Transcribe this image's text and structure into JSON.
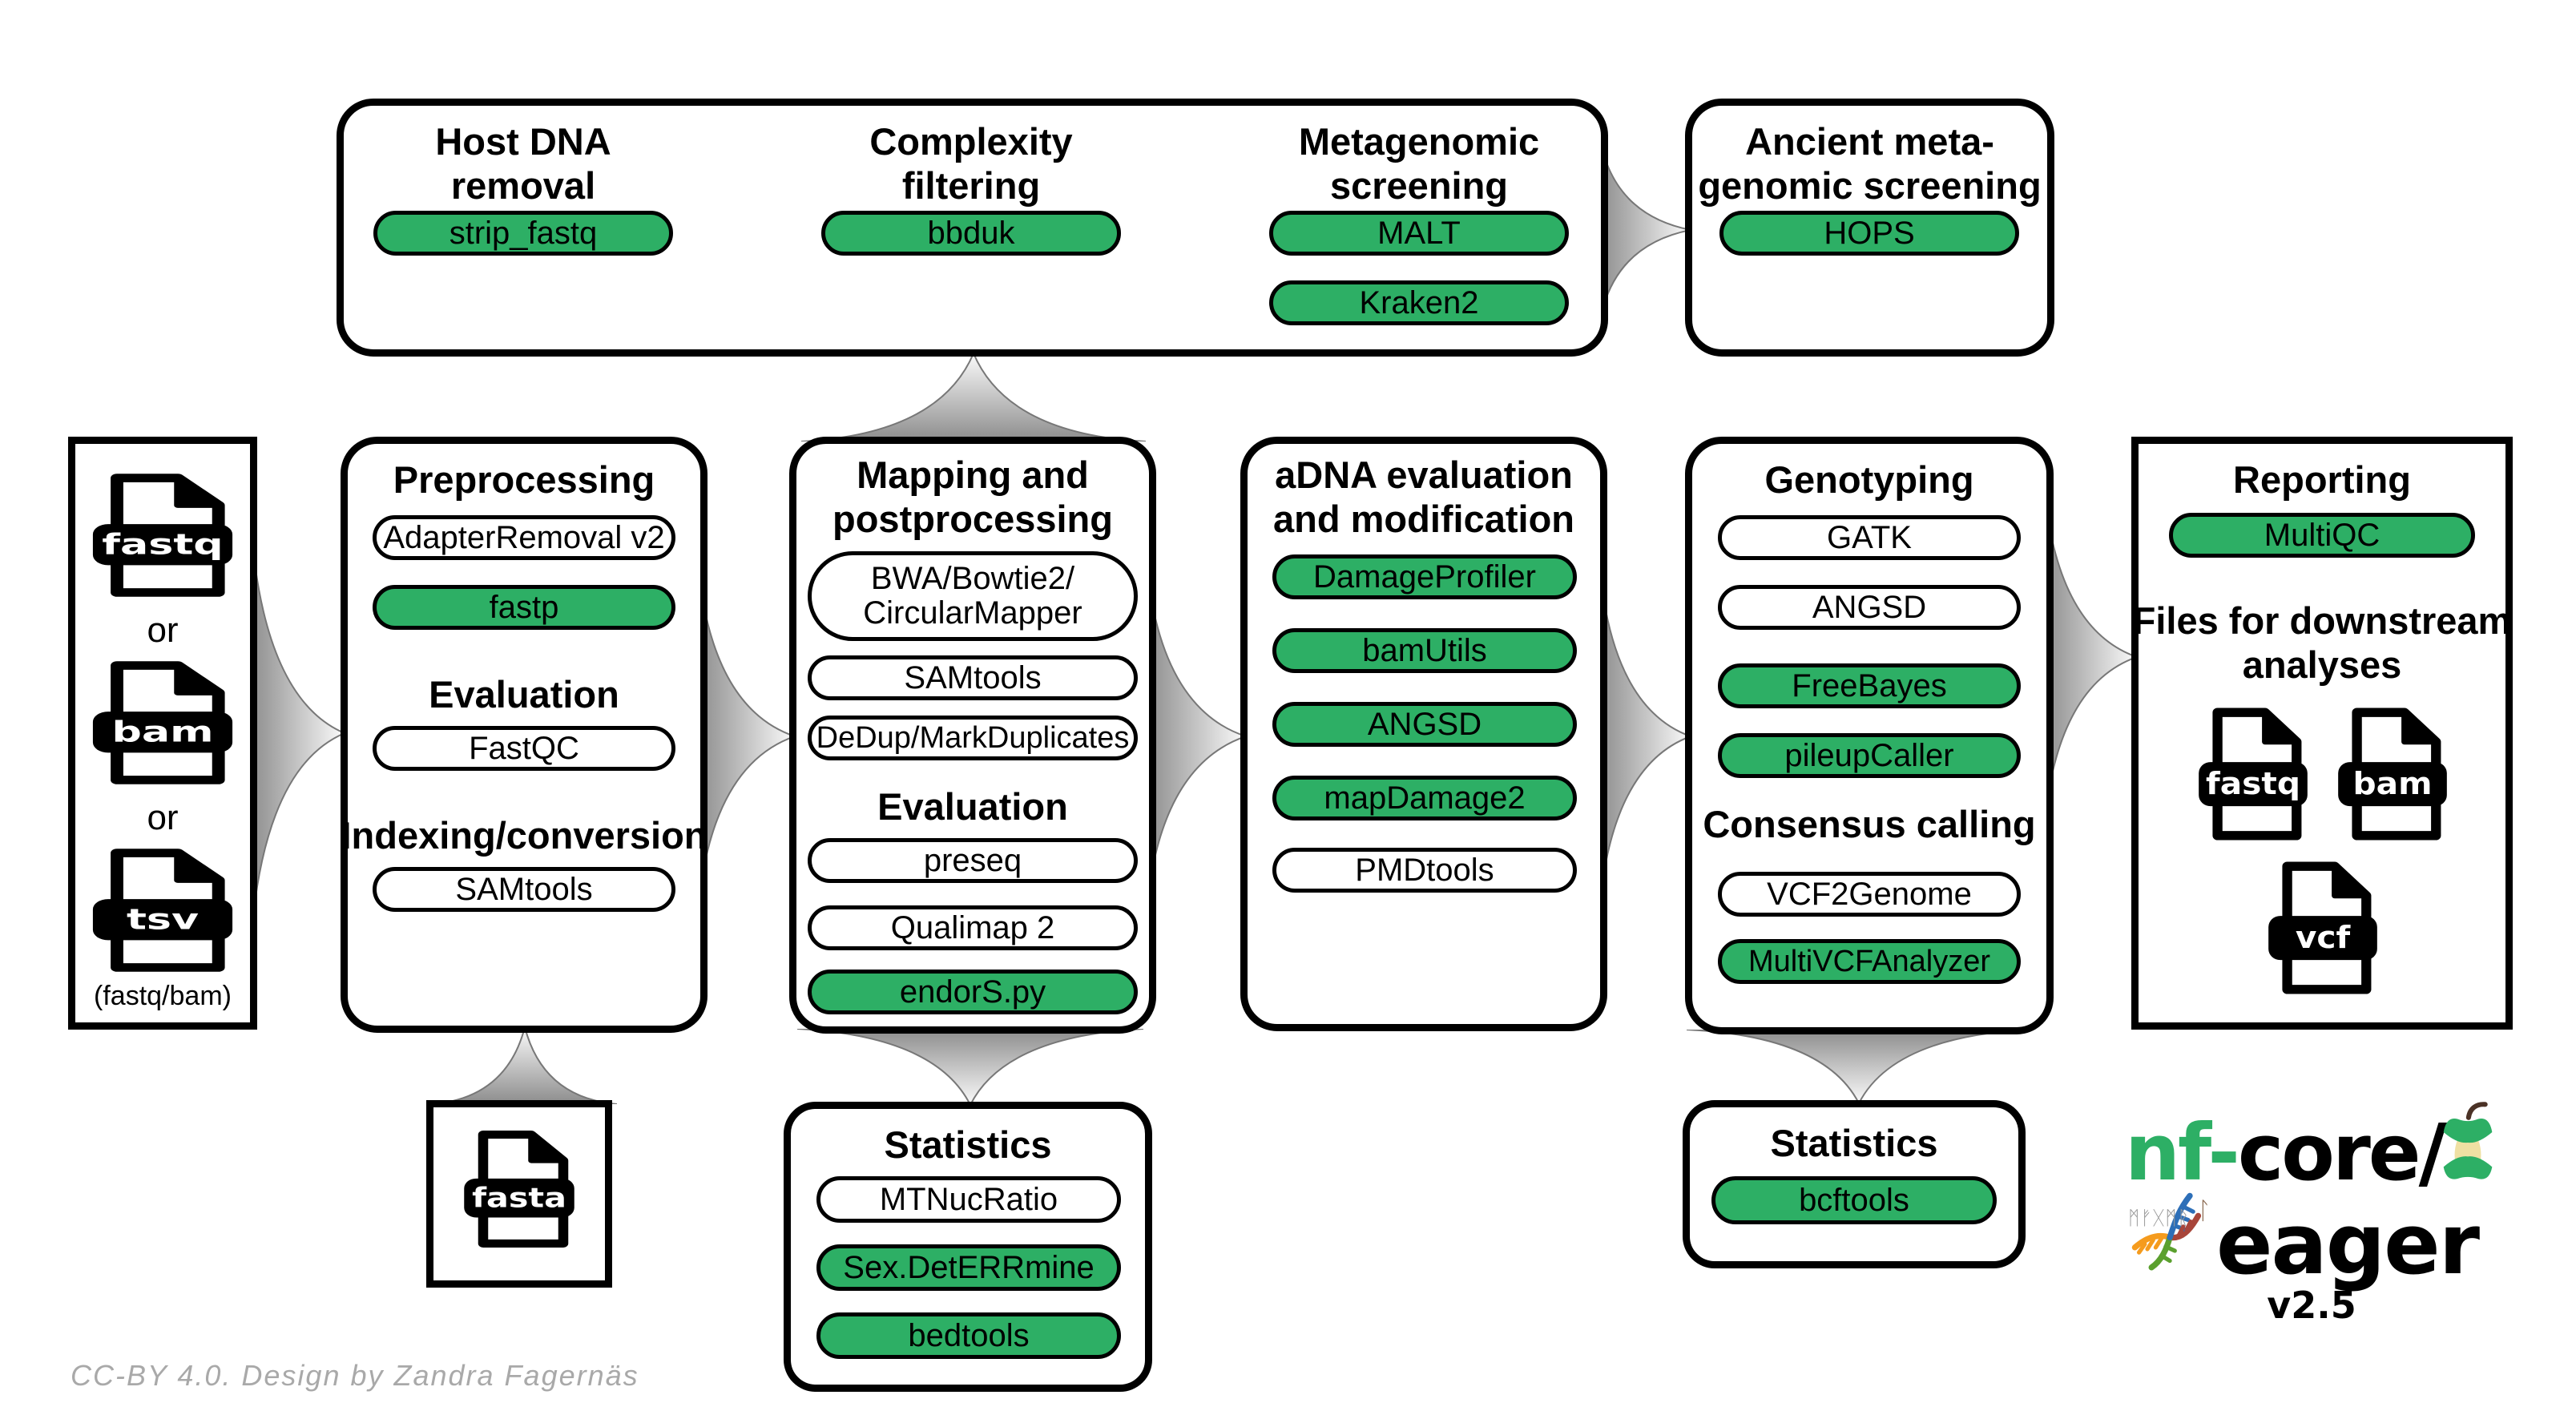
{
  "colors": {
    "pill_green": "#2DAF65",
    "logo_green": "#2DAF65",
    "arrow_dark": "#8c8c8c",
    "arrow_light": "#fbfbfb",
    "footer_gray": "#a9a9a9"
  },
  "top_box": {
    "columns": [
      {
        "title_lines": [
          "Host DNA",
          "removal"
        ],
        "pills": [
          {
            "label": "strip_fastq"
          }
        ]
      },
      {
        "title_lines": [
          "Complexity",
          "filtering"
        ],
        "pills": [
          {
            "label": "bbduk"
          }
        ]
      },
      {
        "title_lines": [
          "Metagenomic",
          "screening"
        ],
        "pills": [
          {
            "label": "MALT"
          },
          {
            "label": "Kraken2"
          }
        ]
      }
    ]
  },
  "ancient_box": {
    "title_lines": [
      "Ancient meta-",
      "genomic screening"
    ],
    "pills": [
      {
        "label": "HOPS"
      }
    ]
  },
  "input_box": {
    "files": [
      {
        "label": "fastq"
      },
      {
        "label": "bam"
      },
      {
        "label": "tsv"
      }
    ],
    "or_1": "or",
    "or_2": "or",
    "caption": "(fastq/bam)"
  },
  "preprocessing": {
    "title": "Preprocessing",
    "pill_adapterremoval": "AdapterRemoval v2",
    "pill_fastp": "fastp",
    "subtitle_evaluation": "Evaluation",
    "pill_fastqc": "FastQC",
    "subtitle_indexing": "Indexing/conversion",
    "pill_samtools": "SAMtools"
  },
  "mapping": {
    "title_lines": [
      "Mapping and",
      "postprocessing"
    ],
    "pill_aligners_lines": [
      "BWA/Bowtie2/",
      "CircularMapper"
    ],
    "pill_samtools": "SAMtools",
    "pill_dedup": "DeDup/MarkDuplicates",
    "subtitle_evaluation": "Evaluation",
    "pill_preseq": "preseq",
    "pill_qualimap": "Qualimap 2",
    "pill_endors": "endorS.py"
  },
  "adna": {
    "title_lines": [
      "aDNA evaluation",
      "and modification"
    ],
    "pill_damageprofiler": "DamageProfiler",
    "pill_bamutils": "bamUtils",
    "pill_angsd": "ANGSD",
    "pill_mapdamage": "mapDamage2",
    "pill_pmdtools": "PMDtools"
  },
  "genotyping": {
    "title": "Genotyping",
    "pill_gatk": "GATK",
    "pill_angsd": "ANGSD",
    "pill_freebayes": "FreeBayes",
    "pill_pileupcaller": "pileupCaller",
    "subtitle_consensus": "Consensus calling",
    "pill_vcf2genome": "VCF2Genome",
    "pill_multivcf": "MultiVCFAnalyzer"
  },
  "reporting": {
    "title": "Reporting",
    "pill_multiqc": "MultiQC",
    "files_title_lines": [
      "Files for downstream",
      "analyses"
    ],
    "files": [
      {
        "label": "fastq"
      },
      {
        "label": "bam"
      },
      {
        "label": "vcf"
      }
    ]
  },
  "stats_mapping": {
    "title": "Statistics",
    "pill_mtnucratio": "MTNucRatio",
    "pill_sexdeterrmine": "Sex.DetERRmine",
    "pill_bedtools": "bedtools"
  },
  "stats_genotyping": {
    "title": "Statistics",
    "pill_bcftools": "bcftools"
  },
  "fasta_box": {
    "label": "fasta"
  },
  "logo": {
    "prefix": "nf-",
    "core": "core/",
    "name": "eager",
    "version": "v2.5",
    "runes": "ᛗᚠᚷᛗᚱ",
    "rune_right": "ᛚ"
  },
  "footer": {
    "credit": "CC-BY 4.0. Design by Zandra Fagernäs"
  }
}
